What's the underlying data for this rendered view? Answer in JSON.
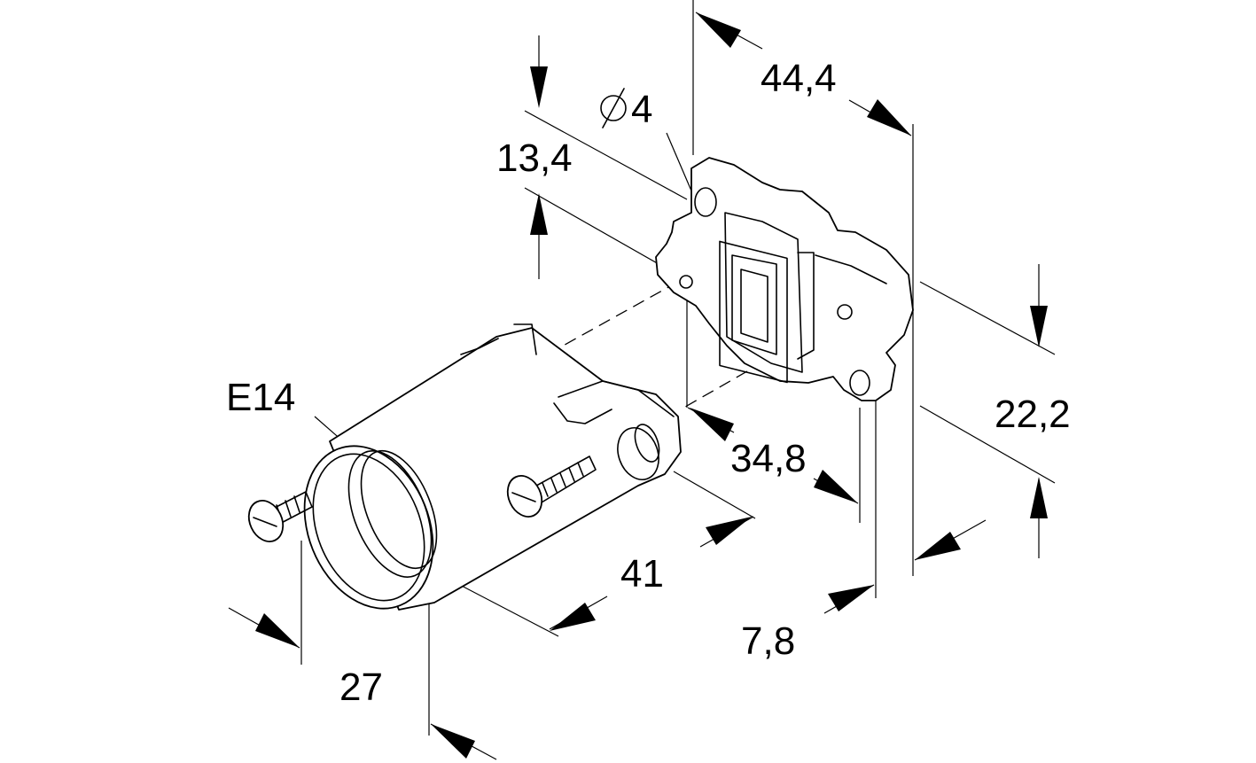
{
  "diagram": {
    "labels": {
      "thread": "E14",
      "hole_diameter": "4",
      "width_overall": "44,4",
      "hole_offset": "13,4",
      "height": "22,2",
      "hole_spacing": "34,8",
      "plate_thickness": "7,8",
      "holder_length": "41",
      "holder_diameter": "27"
    },
    "symbols": {
      "diameter": "diameter-symbol"
    },
    "colors": {
      "stroke": "#000000",
      "background": "#ffffff"
    }
  }
}
